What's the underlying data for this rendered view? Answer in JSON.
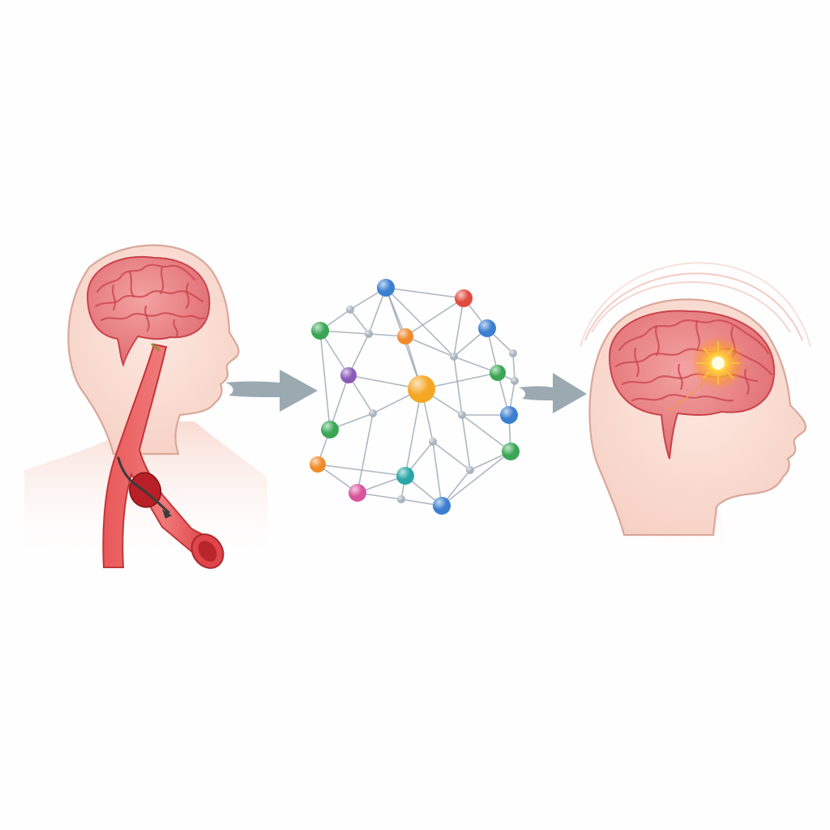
{
  "diagram": {
    "panels": [
      {
        "id": "left",
        "icon": "head-with-artery-icon"
      },
      {
        "id": "center",
        "icon": "molecular-network-icon"
      },
      {
        "id": "right",
        "icon": "head-with-glowing-brain-icon"
      }
    ],
    "colors": {
      "skin": "#f8d9cf",
      "skin_outline": "#d8a89a",
      "brain": "#e87d80",
      "brain_dark": "#c9434b",
      "artery": "#dd3b3e",
      "arrow": "#8a9aa3",
      "edge": "#9aa6b2",
      "glow": "#ffcf3a"
    },
    "network": {
      "node_colors": [
        "#3b7fd1",
        "#e04c3f",
        "#3aa655",
        "#f08b2a",
        "#8b5bb8",
        "#f5a623",
        "#2aa6a6",
        "#d8549a",
        "#a9b4bf"
      ]
    }
  }
}
